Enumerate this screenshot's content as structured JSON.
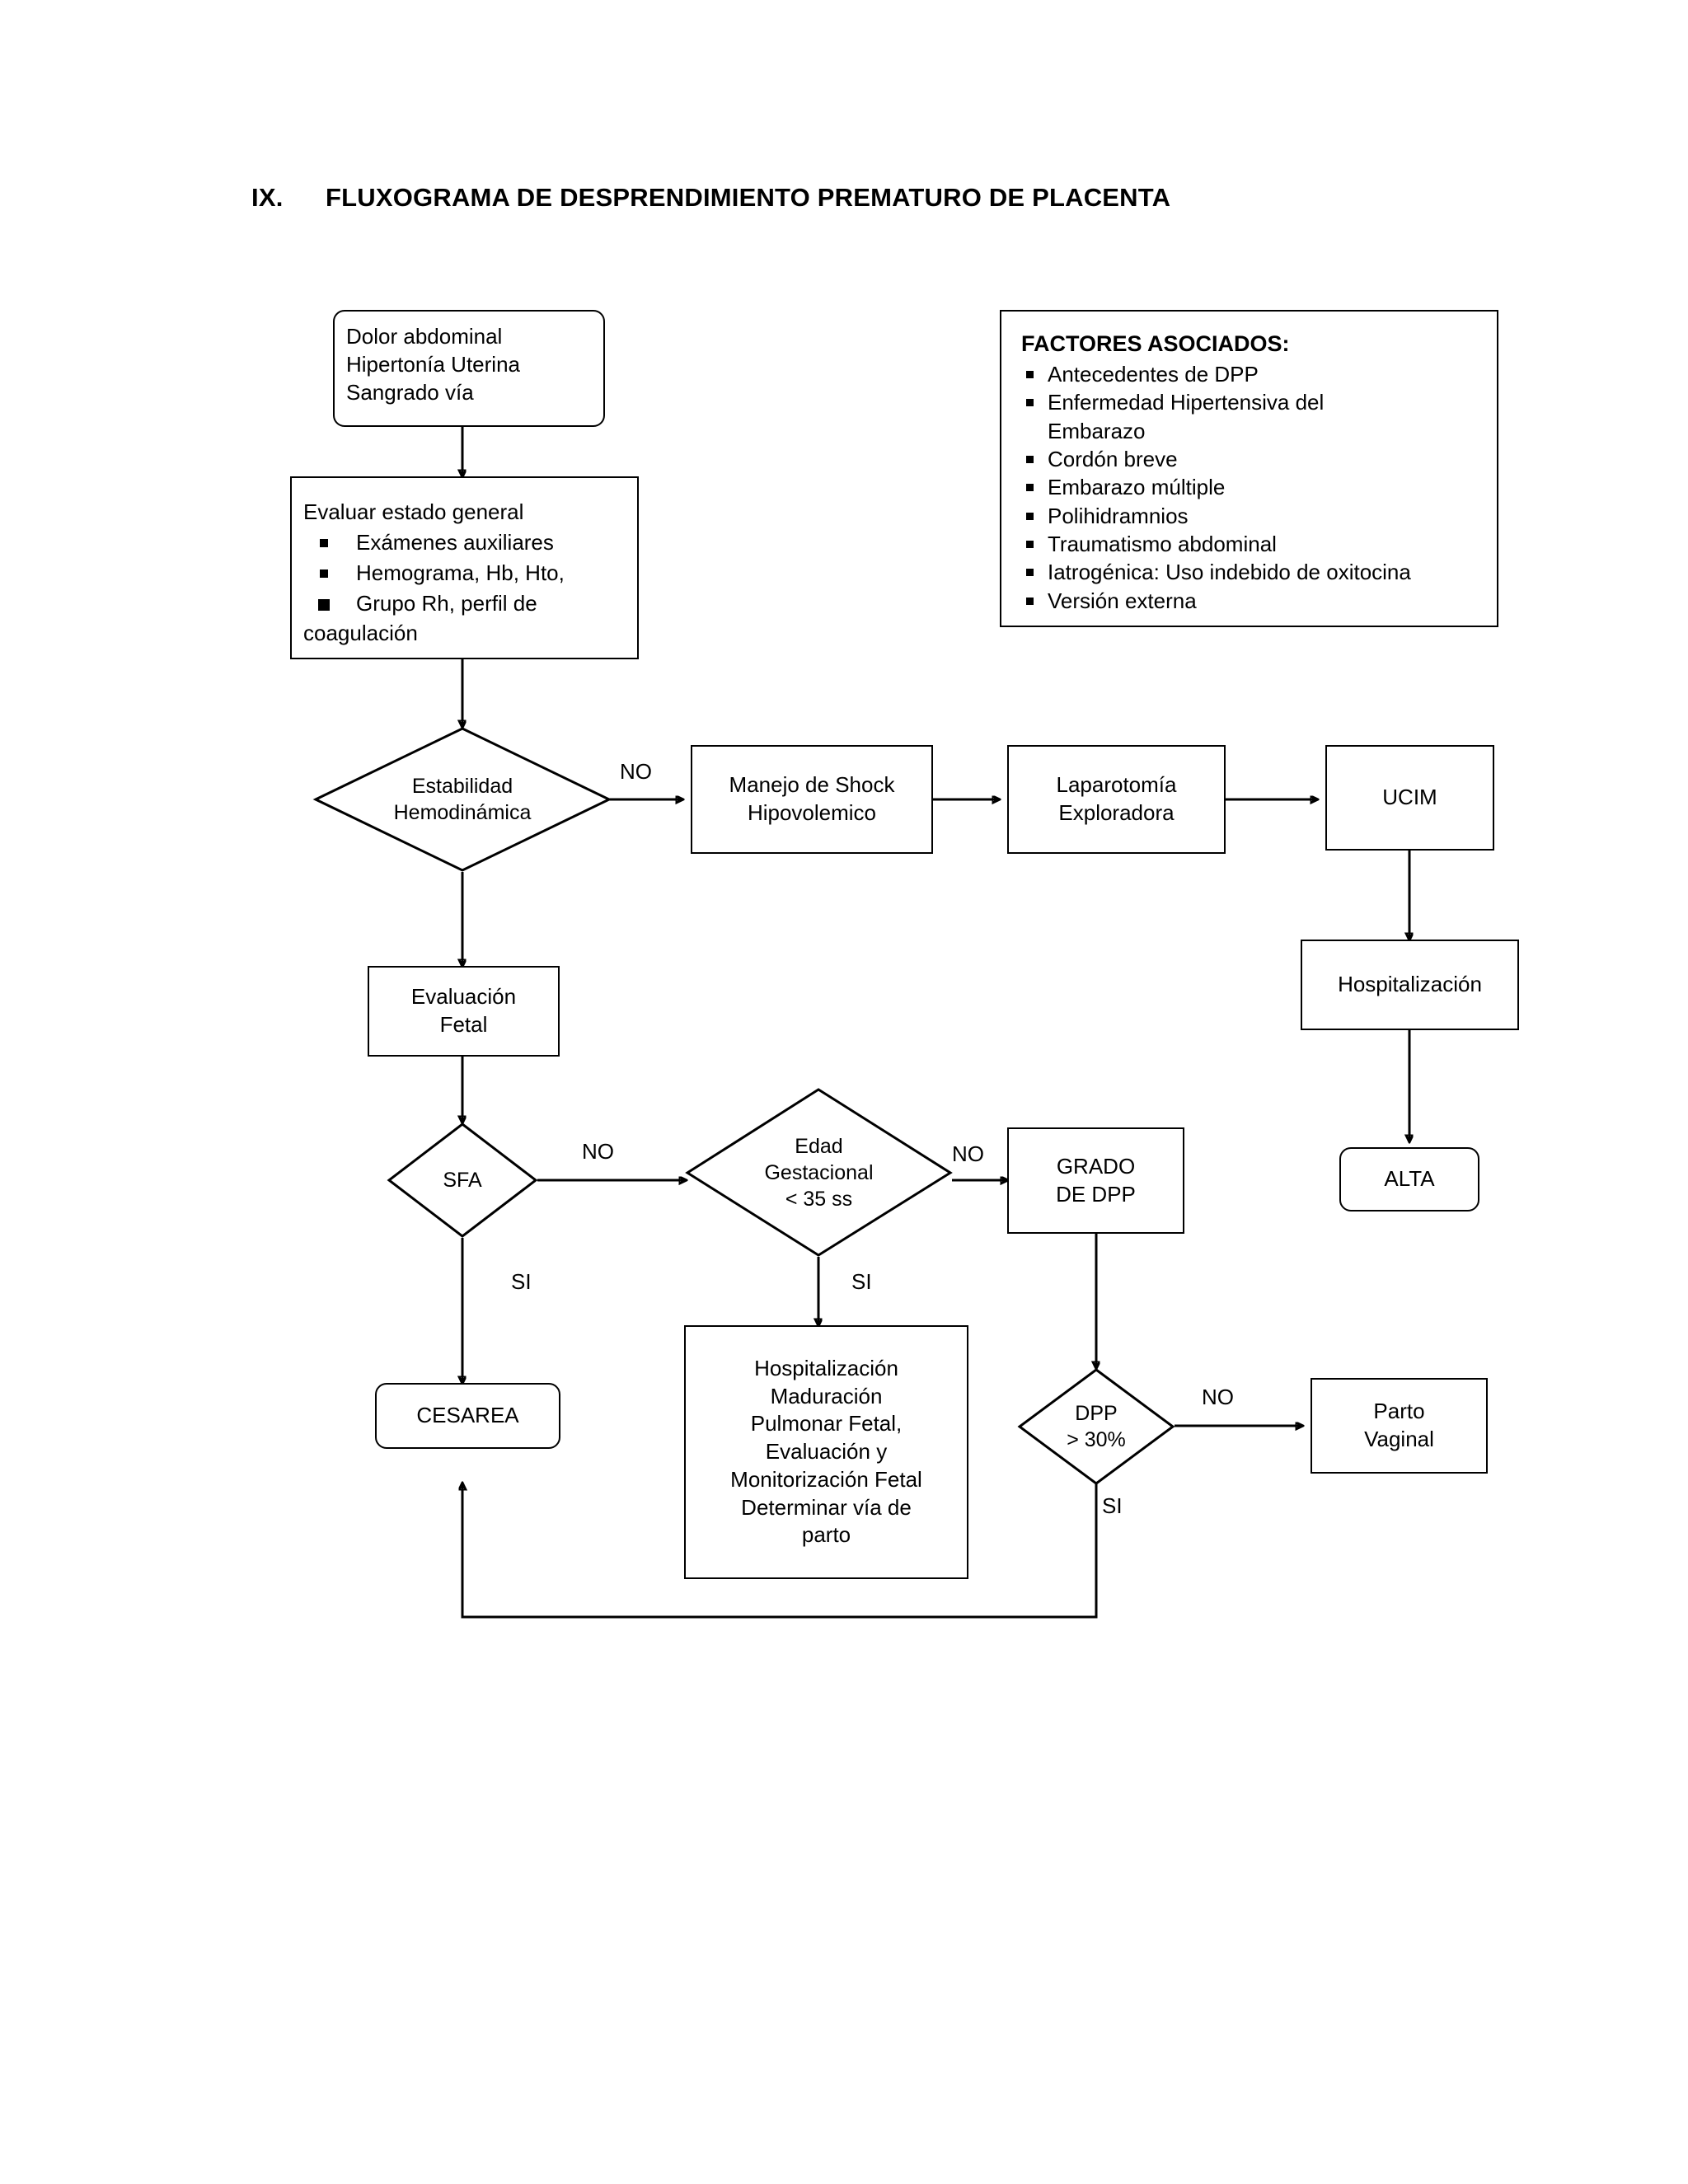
{
  "title": {
    "number": "IX.",
    "text": "FLUXOGRAMA DE DESPRENDIMIENTO PREMATURO DE PLACENTA"
  },
  "nodes": {
    "start": {
      "name": "start-symptoms",
      "shape": "rounded-rect",
      "text": "Dolor abdominal\nHipertonía Uterina\nSangrado vía"
    },
    "evaluar": {
      "name": "evaluar-estado-general",
      "shape": "rect",
      "heading": "Evaluar estado general",
      "items": [
        "Exámenes auxiliares",
        "Hemograma, Hb, Hto,",
        "Grupo Rh, perfil de"
      ],
      "trailing": "coagulación"
    },
    "estabilidad": {
      "name": "estabilidad-hemodinamica",
      "shape": "diamond",
      "text": "Estabilidad\nHemodinámica"
    },
    "shock": {
      "name": "manejo-de-shock-hipovolemico",
      "shape": "rect",
      "text": "Manejo de Shock\nHipovolemico"
    },
    "laparotomia": {
      "name": "laparotomia-exploradora",
      "shape": "rect",
      "text": "Laparotomía\nExploradora"
    },
    "ucim": {
      "name": "ucim",
      "shape": "rect",
      "text": "UCIM"
    },
    "hospitalizacion": {
      "name": "hospitalizacion",
      "shape": "rect",
      "text": "Hospitalización"
    },
    "alta": {
      "name": "alta",
      "shape": "rounded-rect",
      "text": "ALTA"
    },
    "evalfetal": {
      "name": "evaluacion-fetal",
      "shape": "rect",
      "text": "Evaluación\nFetal"
    },
    "sfa": {
      "name": "sfa",
      "shape": "diamond",
      "text": "SFA"
    },
    "edad": {
      "name": "edad-gestacional",
      "shape": "diamond",
      "text": "Edad\nGestacional\n< 35 ss"
    },
    "grado": {
      "name": "grado-de-dpp",
      "shape": "rect",
      "text": "GRADO\nDE DPP"
    },
    "cesarea": {
      "name": "cesarea",
      "shape": "rounded-rect",
      "text": "CESAREA"
    },
    "hospmad": {
      "name": "hospitalizacion-maduracion",
      "shape": "rect",
      "text": "Hospitalización\nMaduración\nPulmonar Fetal,\nEvaluación y\nMonitorización Fetal\nDeterminar vía de\nparto"
    },
    "dpp30": {
      "name": "dpp-mayor-30",
      "shape": "diamond",
      "text": "DPP\n> 30%"
    },
    "parto": {
      "name": "parto-vaginal",
      "shape": "rect",
      "text": "Parto\nVaginal"
    }
  },
  "edge_labels": {
    "estabilidad_no": "NO",
    "sfa_no": "NO",
    "sfa_si": "SI",
    "edad_no": "NO",
    "edad_si": "SI",
    "dpp_no": "NO",
    "dpp_si": "SI"
  },
  "factores": {
    "title": "FACTORES ASOCIADOS:",
    "items": [
      "Antecedentes de DPP",
      "Enfermedad Hipertensiva del",
      "Cordón breve",
      "Embarazo múltiple",
      "Polihidramnios",
      "Traumatismo abdominal",
      "Iatrogénica: Uso indebido de oxitocina",
      "Versión externa"
    ],
    "wrap_after_second": "Embarazo"
  },
  "colors": {
    "stroke": "#000000",
    "background": "#ffffff",
    "text": "#000000"
  }
}
